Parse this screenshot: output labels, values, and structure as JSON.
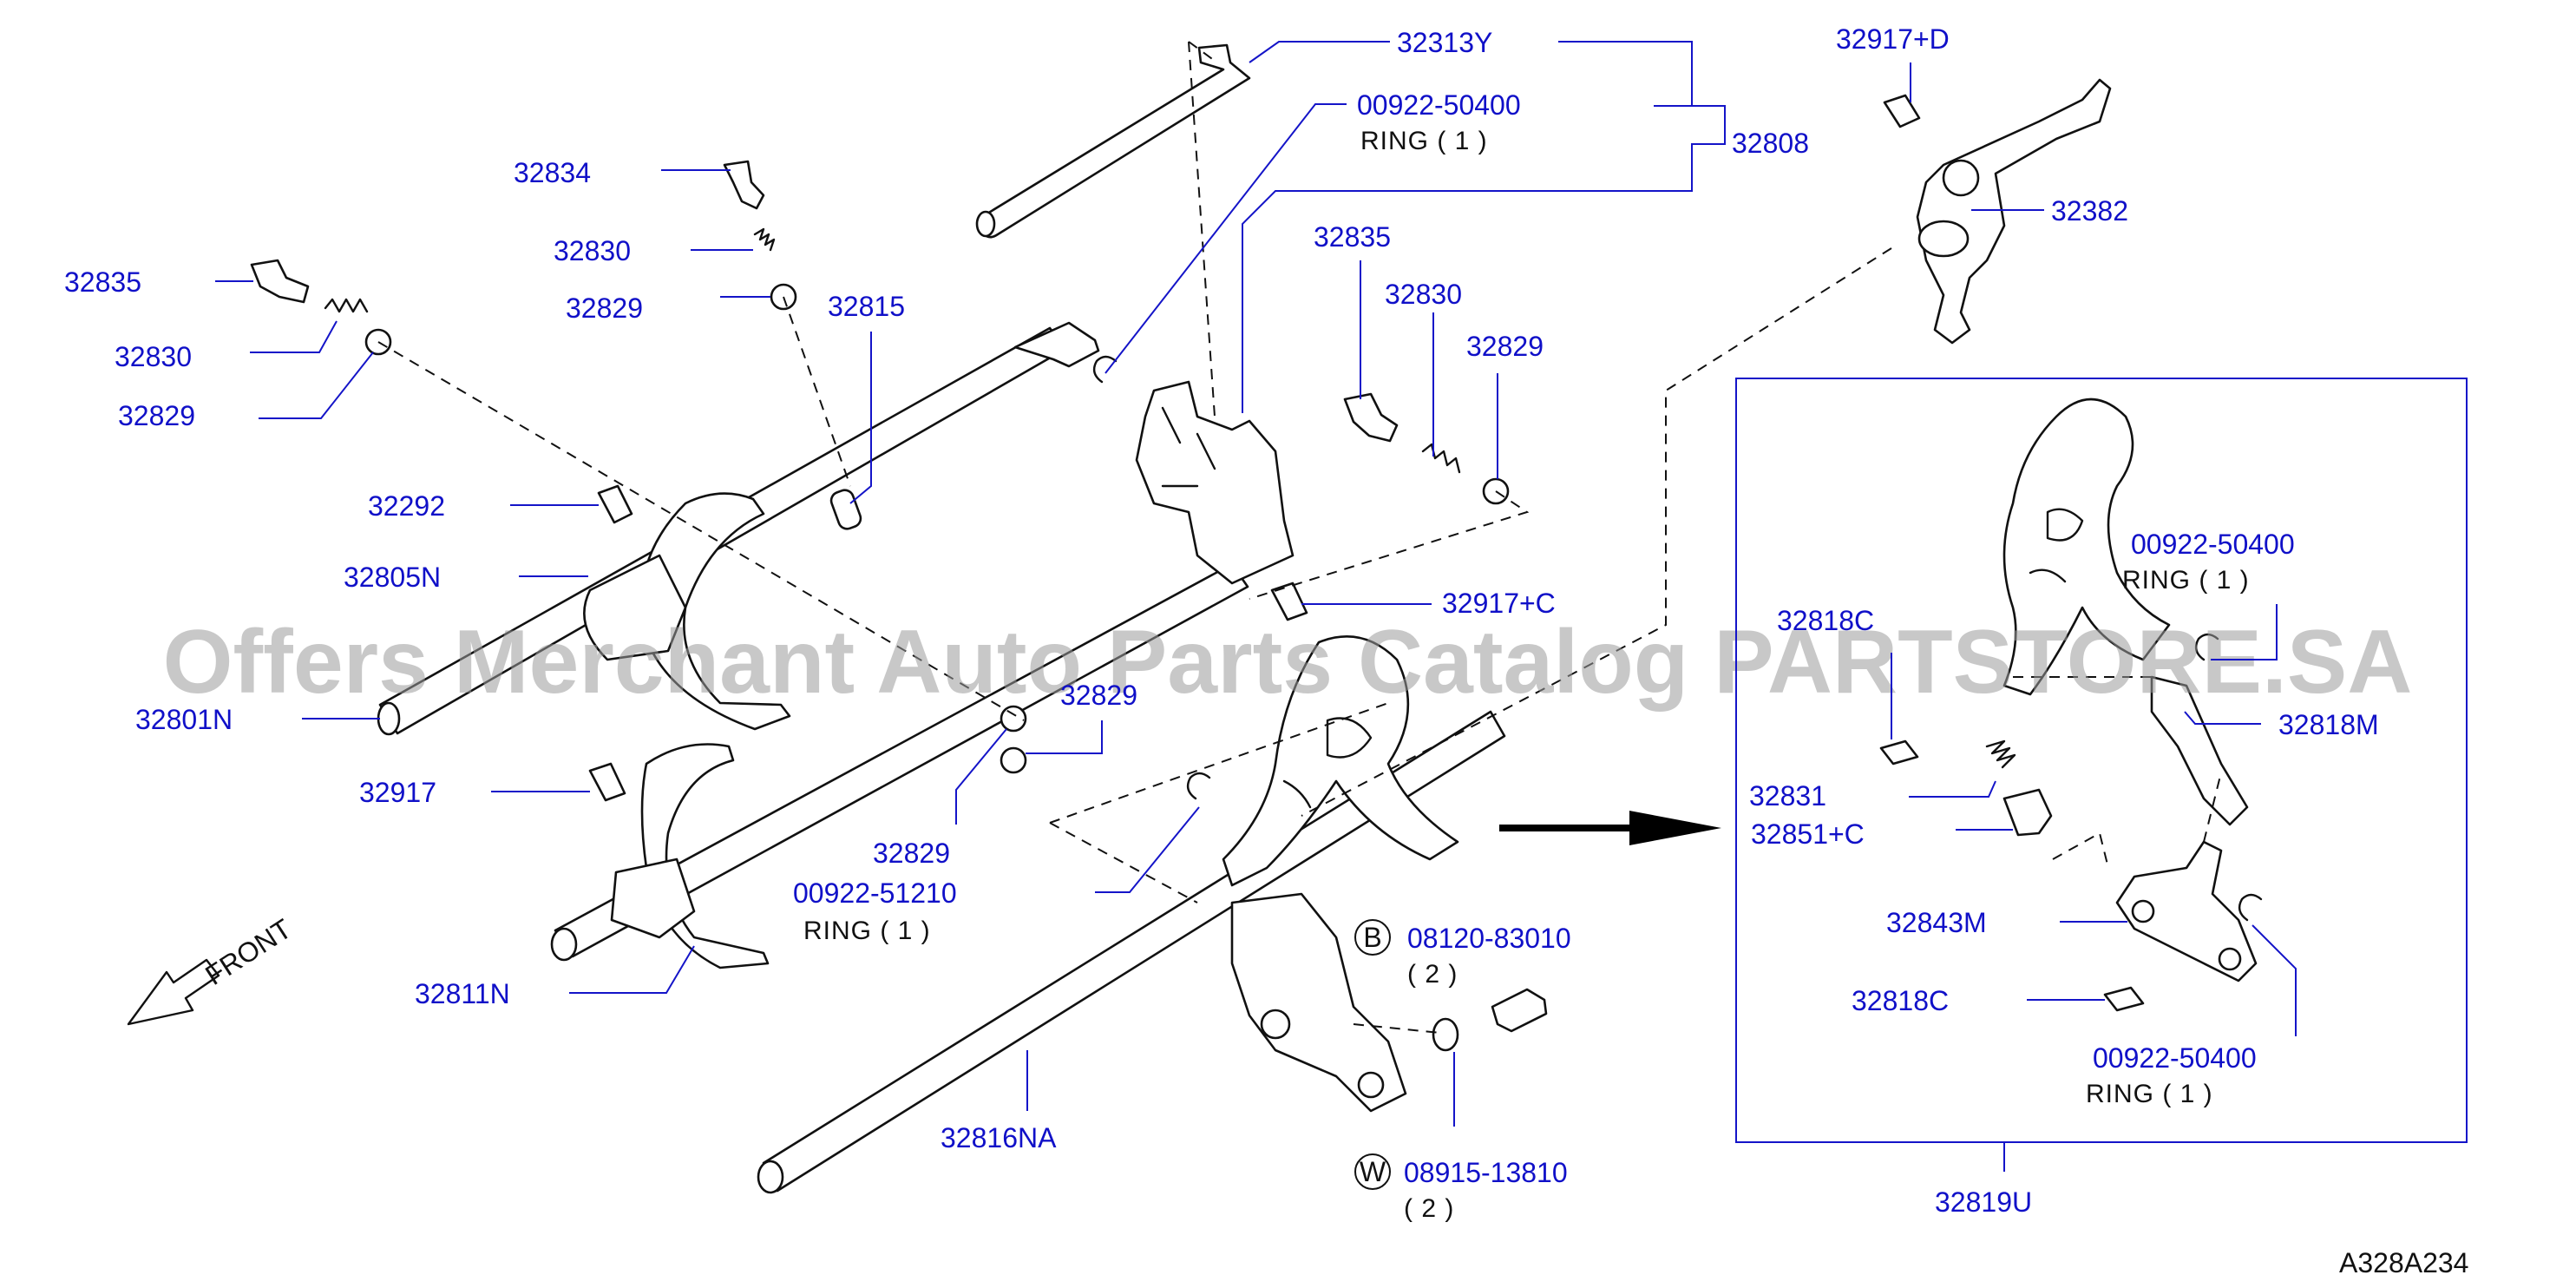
{
  "figure_code": "A328A234",
  "front_label": "FRONT",
  "watermark": "Offers Merchant Auto Parts Catalog PARTSTORE.SA",
  "labels": {
    "p32313y": "32313Y",
    "p00922_50400_top": "00922-50400",
    "ring_top": "RING ( 1 )",
    "p32808": "32808",
    "p32917d": "32917+D",
    "p32382": "32382",
    "p32834": "32834",
    "p32830_a": "32830",
    "p32829_a": "32829",
    "p32815": "32815",
    "p32835_l": "32835",
    "p32830_l": "32830",
    "p32829_l": "32829",
    "p32292": "32292",
    "p32805n": "32805N",
    "p32801n": "32801N",
    "p32917": "32917",
    "p32811n": "32811N",
    "p32835_m": "32835",
    "p32830_m": "32830",
    "p32829_m": "32829",
    "p32917c": "32917+C",
    "p32829_c1": "32829",
    "p32829_c2": "32829",
    "p00922_51210": "00922-51210",
    "ring_mid": "RING ( 1 )",
    "p32816na": "32816NA",
    "p08120": "08120-83010",
    "qty_b": "( 2 )",
    "p08915": "08915-13810",
    "qty_w": "( 2 )",
    "circle_b": "B",
    "circle_w": "W",
    "p00922_50400_box1": "00922-50400",
    "ring_box1": "RING ( 1 )",
    "p32818c_a": "32818C",
    "p32818m": "32818M",
    "p32831": "32831",
    "p32851c": "32851+C",
    "p32843m": "32843M",
    "p32818c_b": "32818C",
    "p00922_50400_box2": "00922-50400",
    "ring_box2": "RING ( 1 )",
    "p32819u": "32819U"
  }
}
